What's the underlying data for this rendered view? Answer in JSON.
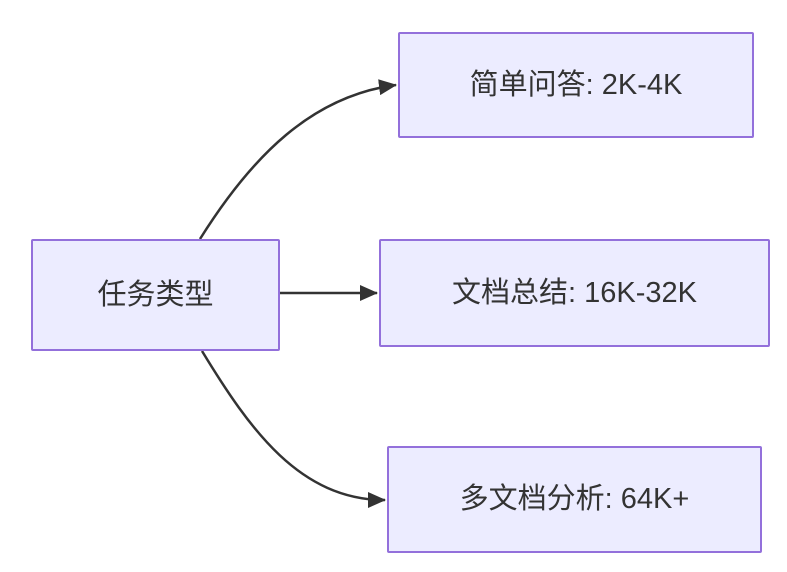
{
  "diagram": {
    "type": "flowchart",
    "direction": "left-to-right",
    "root": {
      "id": "task-type",
      "label": "任务类型"
    },
    "branches": [
      {
        "id": "simple-qa",
        "label": "简单问答: 2K-4K"
      },
      {
        "id": "doc-summary",
        "label": "文档总结: 16K-32K"
      },
      {
        "id": "multi-doc",
        "label": "多文档分析: 64K+"
      }
    ],
    "colors": {
      "node_fill": "#ECECFF",
      "node_border": "#9370DB",
      "edge": "#333333",
      "text": "#333333",
      "background": "#FFFFFF"
    }
  }
}
